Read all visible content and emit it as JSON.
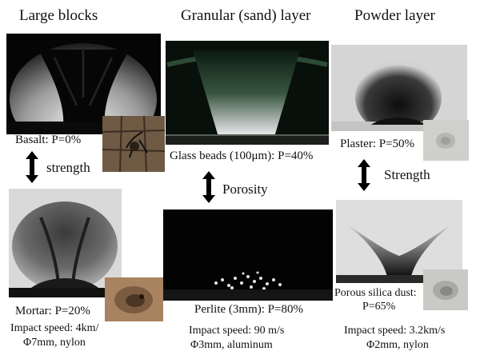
{
  "headers": {
    "col1": "Large blocks",
    "col2": "Granular (sand) layer",
    "col3": "Powder layer"
  },
  "captions": {
    "basalt": "Basalt: P=0%",
    "glass": "Glass beads (100μm): P=40%",
    "plaster": "Plaster: P=50%",
    "mortar": "Mortar: P=20%",
    "perlite": "Perlite (3mm): P=80%",
    "silica_line1": "Porous silica dust:",
    "silica_line2": "P=65%"
  },
  "arrow_labels": {
    "left": "strength",
    "middle": "Porosity",
    "right": "Strength"
  },
  "impact": {
    "col1_line1": "Impact speed: 4km/",
    "col1_line2": "Φ7mm, nylon",
    "col2_line1": "Impact speed: 90 m/s",
    "col2_line2": "Φ3mm, aluminum",
    "col3_line1": "Impact speed: 3.2km/s",
    "col3_line2": "Φ2mm, nylon"
  }
}
